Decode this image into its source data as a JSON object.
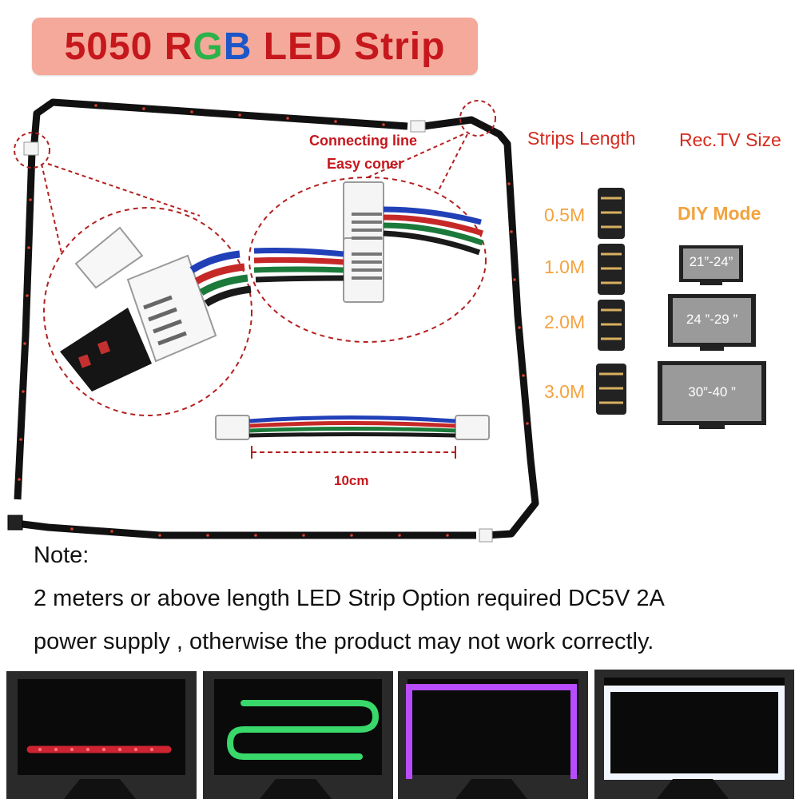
{
  "title": {
    "part1": "5050 ",
    "r": "R",
    "g": "G",
    "b": "B",
    "part2": " LED Strip"
  },
  "connector_caption": {
    "line1": "Connecting line",
    "line2": "Easy coner"
  },
  "cable_length": "10cm",
  "table": {
    "col1_header": "Strips Length",
    "col2_header": "Rec.TV Size",
    "rows": [
      {
        "length": "0.5M",
        "size": "DIY Mode"
      },
      {
        "length": "1.0M",
        "size": "21”-24”"
      },
      {
        "length": "2.0M",
        "size": "24 ”-29 ”"
      },
      {
        "length": "3.0M",
        "size": "30”-40 ”"
      }
    ]
  },
  "note": {
    "heading": "Note:",
    "line1": "2 meters or above length LED Strip Option required DC5V 2A",
    "line2": "power supply , otherwise the product may not work correctly."
  },
  "wire_colors": {
    "red": "#c62828",
    "green": "#1b7a3a",
    "blue": "#2140b8",
    "black": "#1a1a1a"
  },
  "panels": [
    {
      "name": "red-underline",
      "led_color": "#ff2a3a"
    },
    {
      "name": "green-zigzag",
      "led_color": "#38d86a"
    },
    {
      "name": "purple-frame",
      "led_color": "#b84cff"
    },
    {
      "name": "white-frame",
      "led_color": "#f2f6ff"
    }
  ]
}
